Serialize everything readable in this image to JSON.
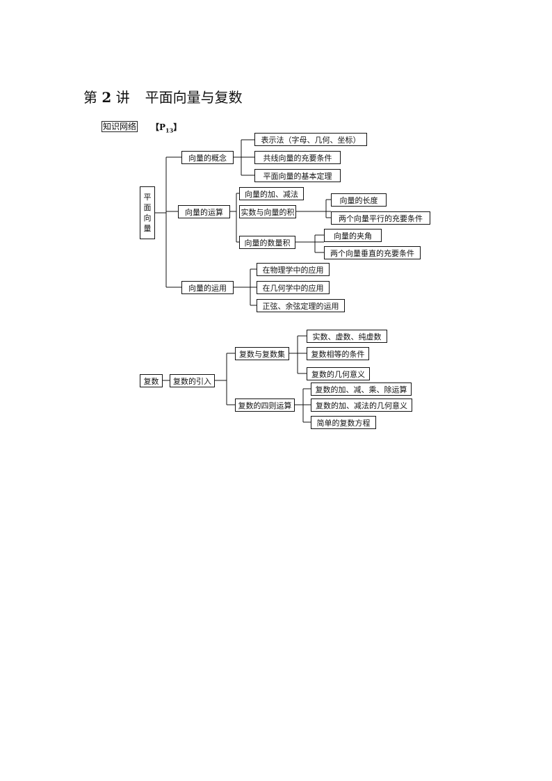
{
  "header": {
    "title_prefix": "第",
    "title_number": "2",
    "title_suffix": "讲",
    "title_main": "平面向量与复数",
    "section_label": "知识网络",
    "page_ref_open": "【",
    "page_ref_p": "P",
    "page_ref_num": "13",
    "page_ref_close": "】"
  },
  "vector_map": {
    "root": [
      "平",
      "面",
      "向",
      "量"
    ],
    "concept": "向量的概念",
    "concept_items": [
      "表示法（字母、几何、坐标）",
      "共线向量的充要条件",
      "平面向量的基本定理"
    ],
    "operation": "向量的运算",
    "op_add": "向量的加、减法",
    "op_scalar": "实数与向量的积",
    "op_scalar_items": [
      "向量的长度",
      "两个向量平行的充要条件"
    ],
    "op_dot": "向量的数量积",
    "op_dot_items": [
      "向量的夹角",
      "两个向量垂直的充要条件"
    ],
    "application": "向量的运用",
    "application_items": [
      "在物理学中的应用",
      "在几何学中的应用",
      "正弦、余弦定理的运用"
    ]
  },
  "complex_map": {
    "root": "复数",
    "intro": "复数的引入",
    "set": "复数与复数集",
    "set_items": [
      "实数、虚数、纯虚数",
      "复数相等的条件",
      "复数的几何意义"
    ],
    "ops": "复数的四则运算",
    "ops_items": [
      "复数的加、减、乘、除运算",
      "复数的加、减法的几何意义",
      "简单的复数方程"
    ]
  }
}
